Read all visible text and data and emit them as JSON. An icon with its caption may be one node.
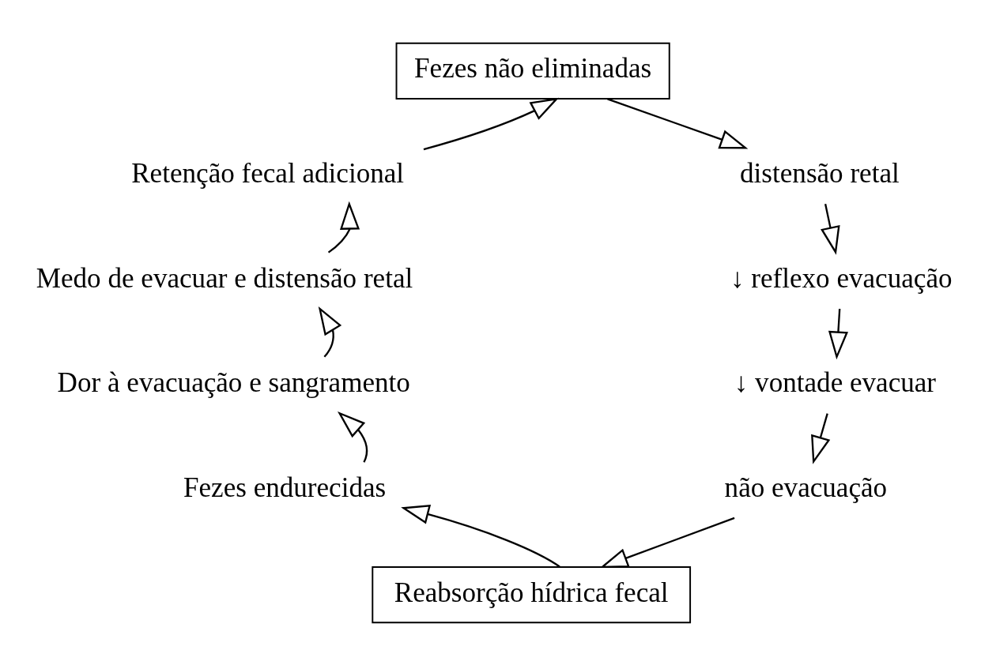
{
  "diagram": {
    "nodes": [
      {
        "text": [
          "Fezes não eliminadas"
        ]
      },
      {
        "text": [
          "Retenção fecal adicional"
        ]
      },
      {
        "text": [
          "distensão retal"
        ]
      },
      {
        "text": [
          "Medo de evacuar e distensão retal"
        ]
      },
      {
        "text": [
          "↓ reflexo evacuação"
        ]
      },
      {
        "text": [
          "Dor à evacuação e sangramento"
        ]
      },
      {
        "text": [
          "↓ vontade evacuar"
        ]
      },
      {
        "text": [
          "Fezes endurecidas"
        ]
      },
      {
        "text": [
          "não evacuação"
        ]
      },
      {
        "text": [
          "Reabsorção hídrica fecal"
        ]
      }
    ],
    "edges": [
      {
        "from": 0,
        "to": 2,
        "arrow": "to"
      },
      {
        "from": 2,
        "to": 4,
        "arrow": "to"
      },
      {
        "from": 4,
        "to": 6,
        "arrow": "to"
      },
      {
        "from": 6,
        "to": 8,
        "arrow": "to"
      },
      {
        "from": 8,
        "to": 9,
        "arrow": "to"
      },
      {
        "from": 9,
        "to": 7,
        "arrow": "to"
      },
      {
        "from": 7,
        "to": 5,
        "arrow": "to"
      },
      {
        "from": 5,
        "to": 3,
        "arrow": "to"
      },
      {
        "from": 3,
        "to": 1,
        "arrow": "to"
      },
      {
        "from": 1,
        "to": 0,
        "arrow": "to"
      }
    ]
  }
}
